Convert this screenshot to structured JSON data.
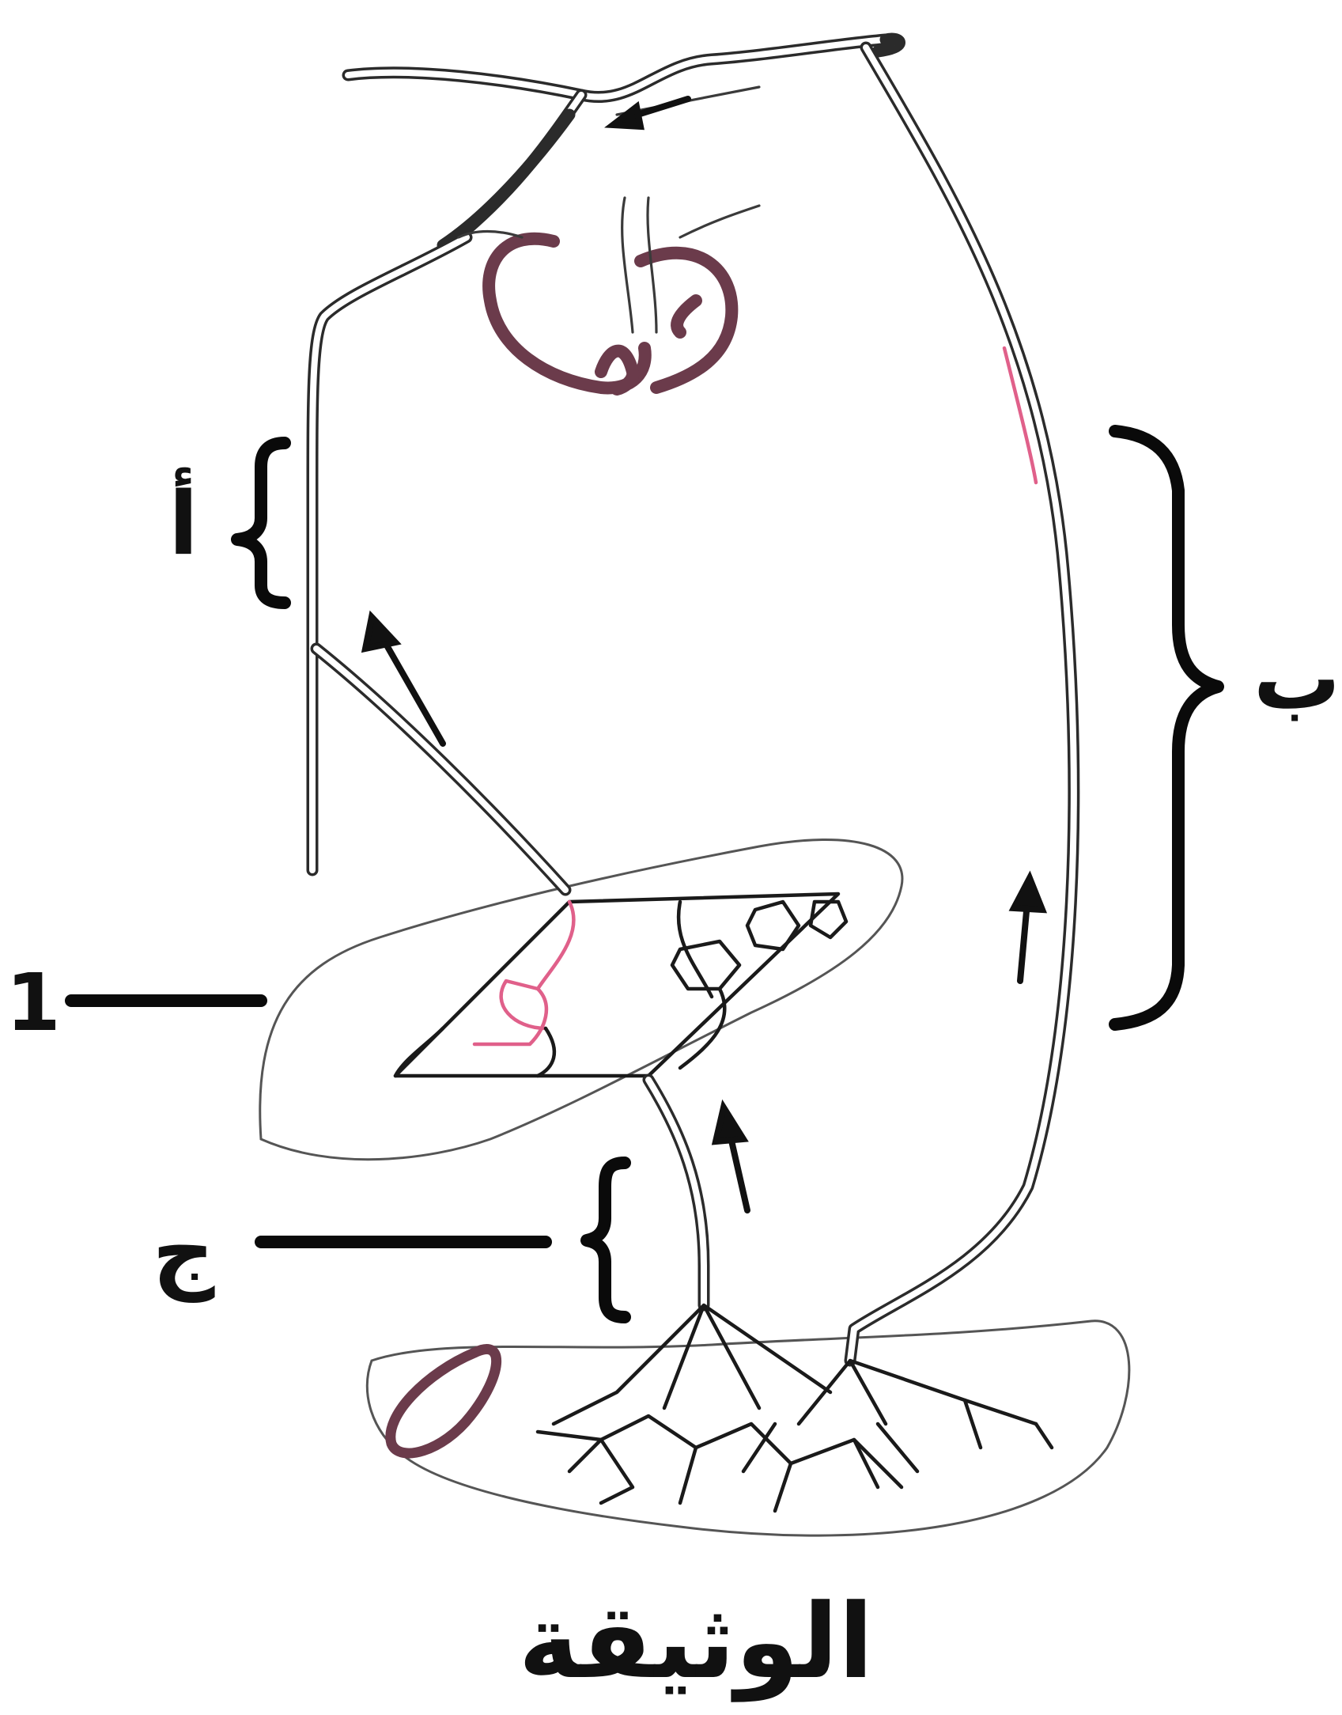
{
  "labels": {
    "a": "أ",
    "b": "ب",
    "j": "ج",
    "one": "1",
    "caption": "الوثيقة"
  },
  "colors": {
    "line": "#2b2b2b",
    "heart": "#6b3b4b",
    "capillary_pink": "#e0608a",
    "brace": "#0a0a0a"
  },
  "icons": [
    "heart-icon",
    "flow-arrow-icon"
  ]
}
